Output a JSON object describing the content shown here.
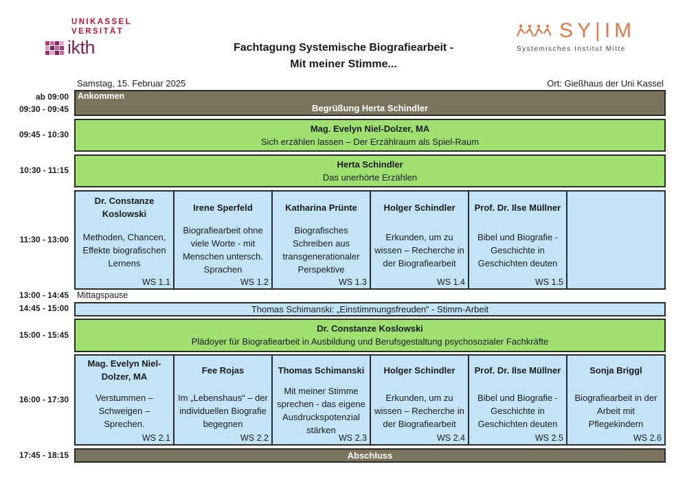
{
  "header": {
    "uni_line1": "UNIKASSEL",
    "uni_line2": "VERSITÄT",
    "ikth": "ikth",
    "title_line1": "Fachtagung Systemische Biografiearbeit -",
    "title_line2": "Mit meiner Stimme...",
    "syim_name": "SY|IM",
    "syim_sub": "Systemisches Institut Mitte",
    "colors": {
      "uni_red": "#c8102e",
      "ikth_purple": "#7a1f5c",
      "syim_orange": "#e0794a"
    }
  },
  "day": {
    "date": "Samstag, 15. Februar 2025",
    "place": "Ort: Gießhaus der Uni Kassel"
  },
  "times": [
    "ab 09:00",
    "09:30 - 09:45",
    "09:45 - 10:30",
    "10:30 - 11:15",
    "11:30 - 13:00",
    "13:00 - 14:45",
    "14:45 - 15:00",
    "15:00 - 15:45",
    "16:00 - 17:30",
    "17:45 - 18:15"
  ],
  "arrival": {
    "label": "Ankommen",
    "welcome": "Begrüßung Herta Schindler"
  },
  "talk1": {
    "speaker": "Mag. Evelyn Niel-Dolzer, MA",
    "topic": "Sich erzählen lassen – Der Erzählraum als Spiel-Raum"
  },
  "talk2": {
    "speaker": "Herta Schindler",
    "topic": "Das unerhörte Erzählen"
  },
  "ws1": [
    {
      "speaker": "Dr. Constanze Koslowski",
      "topic": "Methoden, Chancen, Effekte biografischen Lernens",
      "code": "WS 1.1"
    },
    {
      "speaker": "Irene Sperfeld",
      "topic": "Biografiearbeit ohne viele Worte - mit Menschen untersch. Sprachen",
      "code": "WS 1.2"
    },
    {
      "speaker": "Katharina Prünte",
      "topic": "Biografisches Schreiben aus transgenerationaler Perspektive",
      "code": "WS 1.3"
    },
    {
      "speaker": "Holger Schindler",
      "topic": "Erkunden, um zu wissen – Recherche in der Biografiearbeit",
      "code": "WS 1.4"
    },
    {
      "speaker": "Prof. Dr. Ilse Müllner",
      "topic": "Bibel und Biografie - Geschichte in Geschichten deuten",
      "code": "WS 1.5"
    },
    {
      "speaker": "",
      "topic": "",
      "code": ""
    }
  ],
  "lunch": "Mittagspause",
  "voice": "Thomas Schimanski: „Einstimmungsfreuden“ - Stimm-Arbeit",
  "talk3": {
    "speaker": "Dr. Constanze Koslowski",
    "topic": "Plädoyer für Biografiearbeit in Ausbildung und Berufsgestaltung psychosozialer Fachkräfte"
  },
  "ws2": [
    {
      "speaker": "Mag. Evelyn Niel-Dolzer, MA",
      "topic": "Verstummen – Schweigen – Sprechen.",
      "code": "WS 2.1"
    },
    {
      "speaker": "Fee Rojas",
      "topic": "Im „Lebenshaus“ – der individuellen Biografie begegnen",
      "code": "WS 2.2"
    },
    {
      "speaker": "Thomas Schimanski",
      "topic": "Mit meiner Stimme sprechen - das eigene Ausdruckspotenzial stärken",
      "code": "WS 2.3"
    },
    {
      "speaker": "Holger Schindler",
      "topic": "Erkunden, um zu wissen – Recherche in der Biografiearbeit",
      "code": "WS 2.4"
    },
    {
      "speaker": "Prof. Dr. Ilse Müllner",
      "topic": "Bibel und Biografie - Geschichte in Geschichten deuten",
      "code": "WS 2.5"
    },
    {
      "speaker": "Sonja Briggl",
      "topic": "Biografiearbeit in der Arbeit mit Pflegekindern",
      "code": "WS 2.6"
    }
  ],
  "closing": "Abschluss"
}
